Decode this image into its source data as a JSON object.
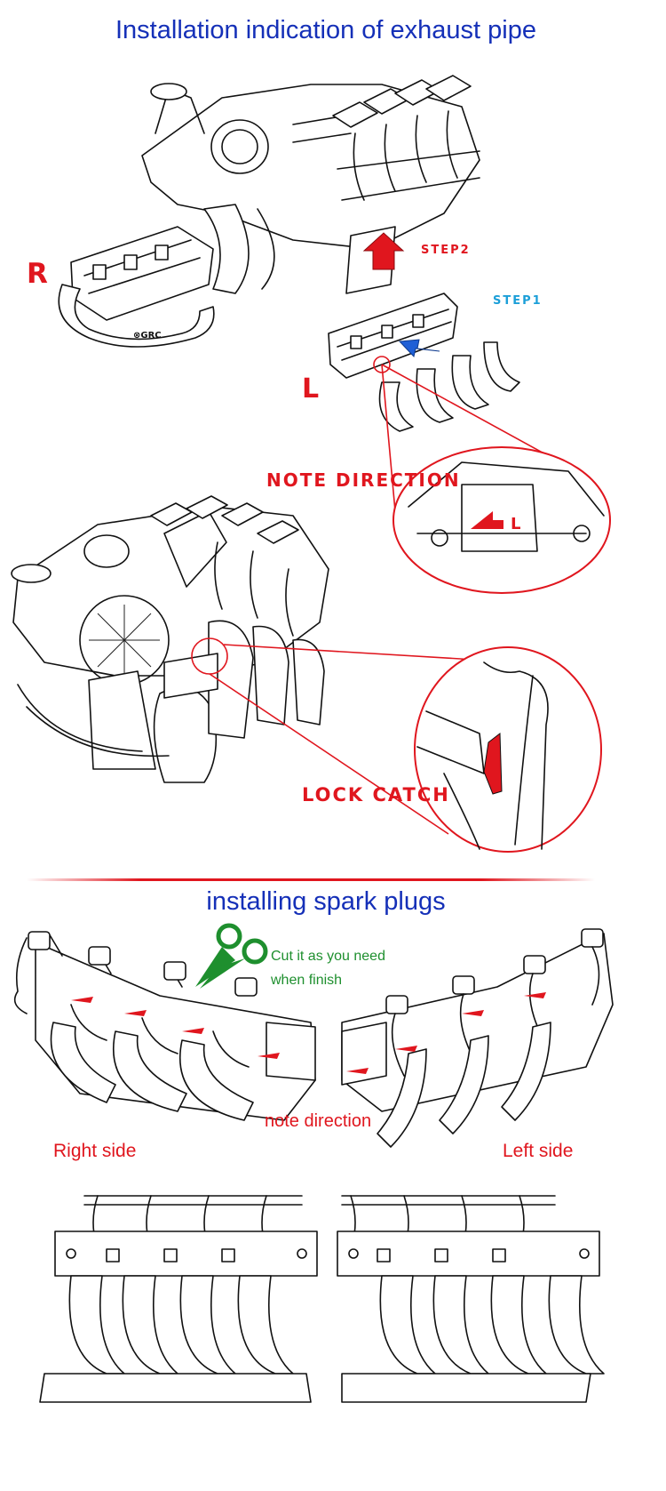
{
  "header": {
    "title": "Installation indication of exhaust pipe",
    "color": "#1530b8"
  },
  "exhaust": {
    "label_r": "R",
    "label_l": "L",
    "step2": "STEP2",
    "step1": "STEP1",
    "note_direction": "NOTE DIRECTION",
    "lock_catch": "LOCK CATCH",
    "colors": {
      "red": "#e0161e",
      "blue": "#1f5fd6",
      "step1": "#1c9fd8"
    }
  },
  "spark": {
    "title": "installing spark plugs",
    "cut_note_line1": "Cut it as you need",
    "cut_note_line2": "when finish",
    "note_direction": "note direction",
    "right_side": "Right side",
    "left_side": "Left side",
    "cut_color": "#1e8f2e"
  },
  "icons": {
    "scissors": "scissors-icon",
    "arrow_up": "arrow-up-icon",
    "arrow_left": "arrow-left-icon"
  }
}
